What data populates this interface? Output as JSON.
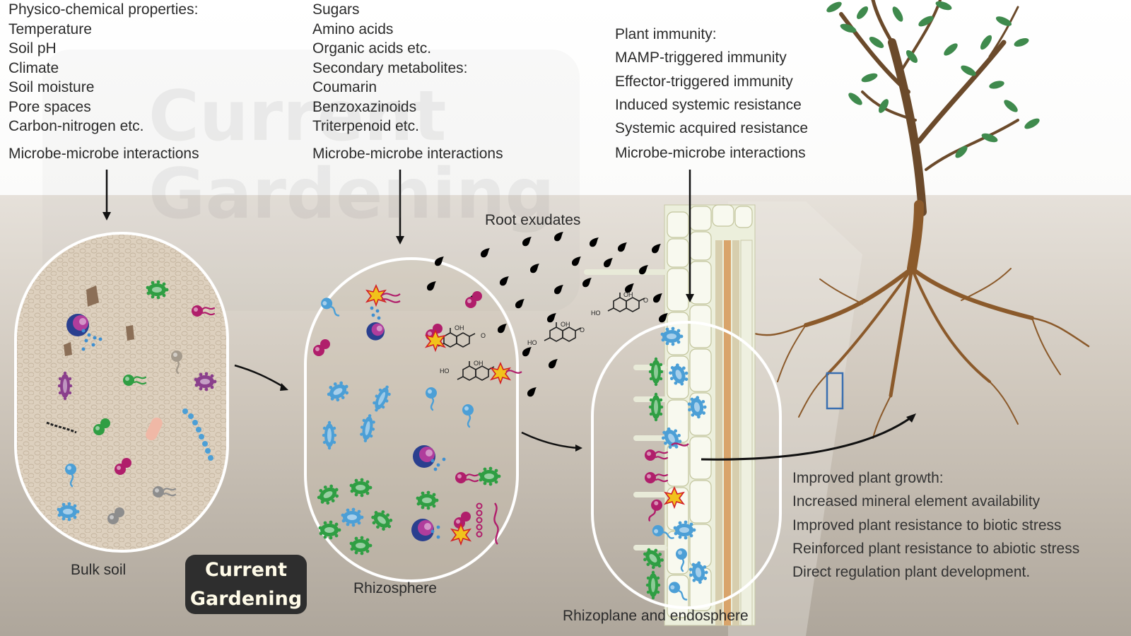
{
  "diagram": {
    "factor_lists": {
      "bulk_soil": {
        "heading": "Physico-chemical properties:",
        "items": [
          "Temperature",
          "Soil pH",
          "Climate",
          "Soil moisture",
          "Pore spaces",
          "Carbon-nitrogen etc."
        ],
        "interaction": "Microbe-microbe interactions"
      },
      "rhizosphere": {
        "items": [
          "Sugars",
          "Amino acids",
          "Organic acids etc.",
          "Secondary metabolites:",
          "Coumarin",
          "Benzoxazinoids",
          "Triterpenoid etc."
        ],
        "interaction": "Microbe-microbe interactions"
      },
      "endosphere": {
        "heading": "Plant immunity:",
        "items": [
          "MAMP-triggered immunity",
          "Effector-triggered immunity",
          "Induced systemic resistance",
          "Systemic acquired resistance"
        ],
        "interaction": "Microbe-microbe interactions"
      }
    },
    "compartments": {
      "bulk_soil": "Bulk soil",
      "rhizosphere": "Rhizosphere",
      "endosphere": "Rhizoplane and endosphere"
    },
    "exudates_label": "Root exudates",
    "benefits": {
      "heading": "Improved plant growth:",
      "items": [
        "Increased mineral element availability",
        "Improved plant resistance to biotic stress",
        "Reinforced plant resistance to abiotic stress",
        "Direct regulation plant development."
      ]
    },
    "molecule_labels": {
      "oh": "OH",
      "ho": "HO",
      "o": "O"
    }
  },
  "watermark": {
    "text": "Current\nGardening"
  },
  "colors": {
    "sky": "#ffffff",
    "soil_light": "#ddd6cc",
    "soil_dark": "#aca49a",
    "bulk_texture": "#e0d4c2",
    "microbe_blue": "#4c9fd6",
    "microbe_green": "#2f9e43",
    "microbe_magenta": "#b01e6b",
    "microbe_purple": "#8a3f8c",
    "root_brown": "#8b5a2b",
    "leaf_green": "#3f8a4d",
    "root_cortex": "#ecefdc",
    "highlight_box": "#3a6fb0"
  }
}
